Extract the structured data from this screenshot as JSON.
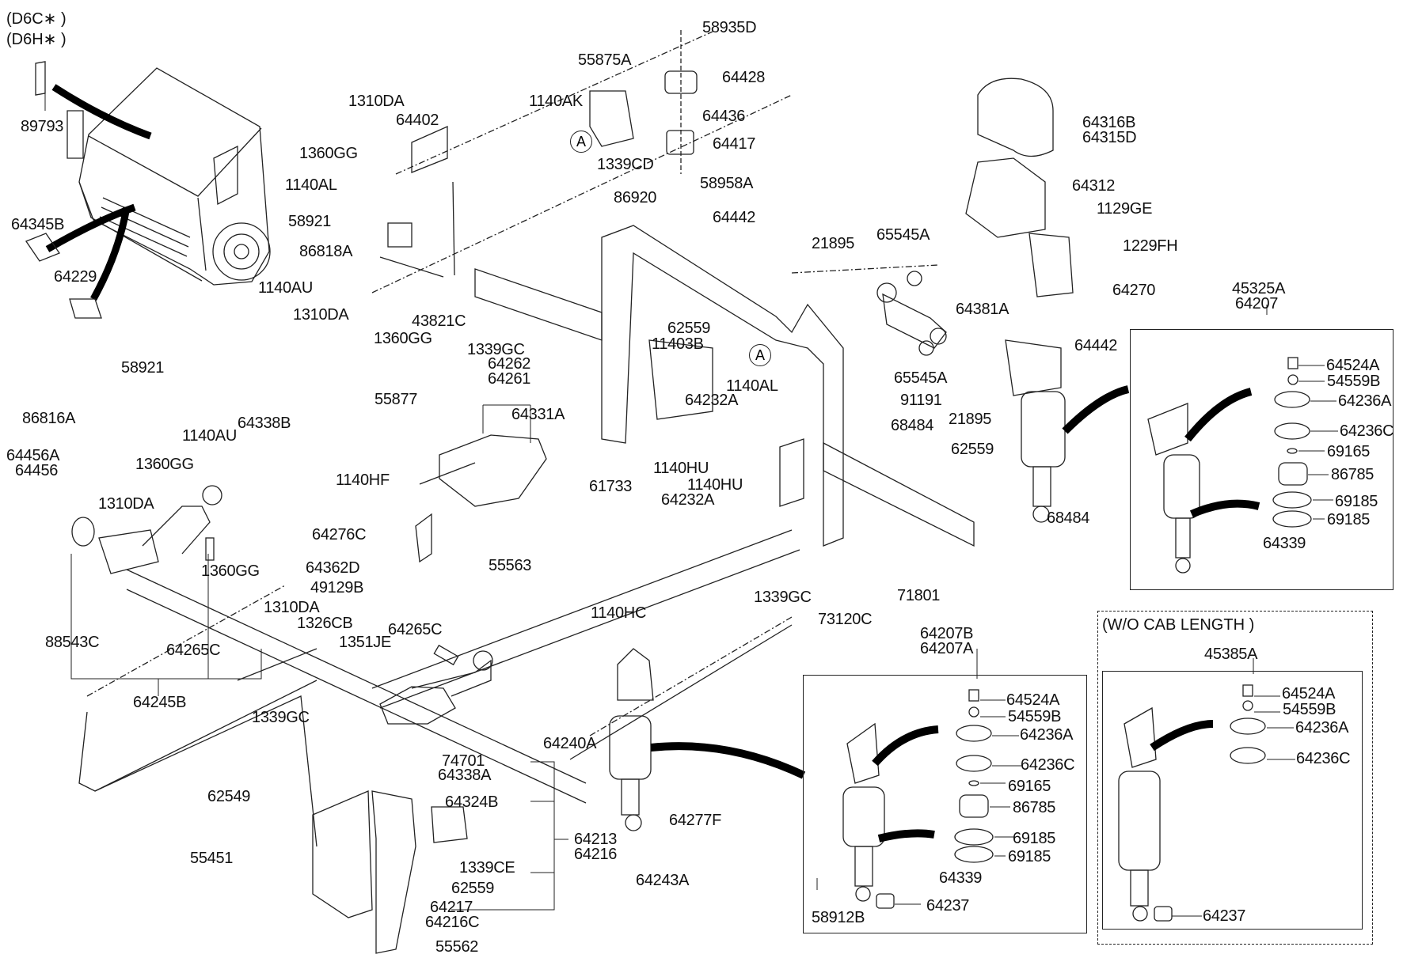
{
  "diagram": {
    "title": "Cab Suspension Parts Diagram",
    "variant_notes": [
      "(D6C∗ )",
      "(D6H∗ )"
    ],
    "reference_marker": "A",
    "labels": {
      "l89793": "89793",
      "l64345B": "64345B",
      "l64229": "64229",
      "l1310DA_a": "1310DA",
      "l64402": "64402",
      "l1360GG_a": "1360GG",
      "l1140AL_a": "1140AL",
      "l58921_a": "58921",
      "l86818A": "86818A",
      "l1140AU_a": "1140AU",
      "l1310DA_b": "1310DA",
      "l43821C": "43821C",
      "l1360GG_b": "1360GG",
      "l55875A": "55875A",
      "l1140AK": "1140AK",
      "l1339CD": "1339CD",
      "l58935D": "58935D",
      "l64428": "64428",
      "l64436": "64436",
      "l64417": "64417",
      "l58958A": "58958A",
      "l86920": "86920",
      "l64442_a": "64442",
      "l21895_a": "21895",
      "l65545A_a": "65545A",
      "l64381A": "64381A",
      "l65545A_b": "65545A",
      "l21895_b": "21895",
      "l64316B": "64316B",
      "l64315D": "64315D",
      "l64312": "64312",
      "l1129GE": "1129GE",
      "l1229FH": "1229FH",
      "l64270": "64270",
      "l64442_b": "64442",
      "l68484_a": "68484",
      "l62559_a": "62559",
      "l11403B": "11403B",
      "l1339GC_a": "1339GC",
      "l64262": "64262",
      "l64261": "64261",
      "l64331A": "64331A",
      "l64232A_a": "64232A",
      "l1140AL_b": "1140AL",
      "l91191": "91191",
      "l68484_b": "68484",
      "l62559_b": "62559",
      "l61733": "61733",
      "l1140HU_a": "1140HU",
      "l1140HU_b": "1140HU",
      "l64232A_b": "64232A",
      "l55877": "55877",
      "l64338B": "64338B",
      "l1140HF": "1140HF",
      "l64276C": "64276C",
      "l55563": "55563",
      "l64362D": "64362D",
      "l49129B": "49129B",
      "l58921_b": "58921",
      "l86816A": "86816A",
      "l1140AU_b": "1140AU",
      "l64456A": "64456A",
      "l64456": "64456",
      "l1360GG_c": "1360GG",
      "l1310DA_c": "1310DA",
      "l1360GG_d": "1360GG",
      "l1310DA_d": "1310DA",
      "l88543C": "88543C",
      "l64265C_a": "64265C",
      "l64245B": "64245B",
      "l1326CB": "1326CB",
      "l1351JE": "1351JE",
      "l64265C_b": "64265C",
      "l1339GC_b": "1339GC",
      "l1339GC_c": "1339GC",
      "l71801": "71801",
      "l73120C": "73120C",
      "l1140HC": "1140HC",
      "l74701": "74701",
      "l64338A": "64338A",
      "l62549": "62549",
      "l64324B": "64324B",
      "l55451": "55451",
      "l1339CE": "1339CE",
      "l62559_c": "62559",
      "l64217": "64217",
      "l64216C": "64216C",
      "l55562": "55562",
      "l64213": "64213",
      "l64216": "64216",
      "l64240A": "64240A",
      "l64277F": "64277F",
      "l64243A": "64243A"
    },
    "kit_front": {
      "numbers": [
        "45325A",
        "64207"
      ],
      "parts": [
        "64524A",
        "54559B",
        "64236A",
        "64236C",
        "69165",
        "86785",
        "69185",
        "69185",
        "64339"
      ]
    },
    "kit_rear": {
      "numbers": [
        "64207B",
        "64207A"
      ],
      "parts": [
        "64524A",
        "54559B",
        "64236A",
        "64236C",
        "69165",
        "86785",
        "69185",
        "69185",
        "64339",
        "64237",
        "58912B"
      ]
    },
    "kit_wo_cab": {
      "note": "(W/O CAB LENGTH )",
      "number": "45385A",
      "parts": [
        "64524A",
        "54559B",
        "64236A",
        "64236C",
        "64237"
      ]
    }
  }
}
